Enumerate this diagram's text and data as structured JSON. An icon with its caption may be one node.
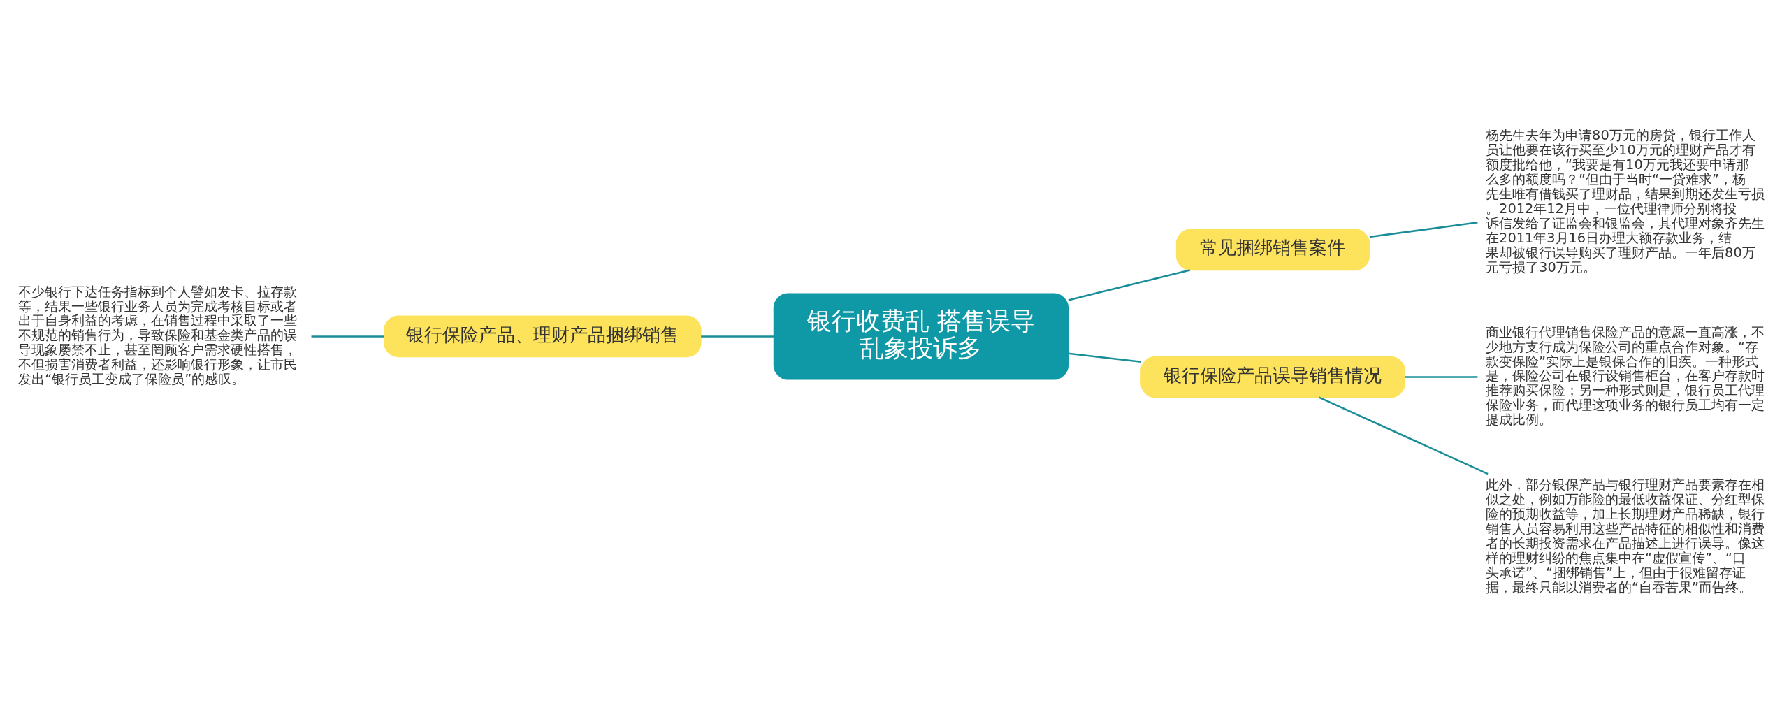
{
  "diagram": {
    "nodes": [
      {
        "text": [
          "银行收费乱 搭售误导乱象投诉多"
        ]
      },
      {
        "text": [
          "常见捆绑销售案件"
        ]
      },
      {
        "text": [
          "杨先生去年为申请80万元的房贷，银行工作人员让他要在该行买至少10万元的理财产品才有额度批给他，“我要是有10万元我还要申请那么多的额度吗？”但由于当时“一贷难求”，杨先生唯有借钱买了理财品，结果到期还发生亏损。2012年12月中，一位代理律师分别将投诉信发给了证监会和银监会，其代理对象齐先生在2011年3月16日办理大额存款业务，结果却被银行误导购买了理财产品。一年后80万元亏损了30万元。"
        ]
      },
      {
        "text": [
          "银行保险产品误导销售情况"
        ]
      },
      {
        "text": [
          "商业银行代理销售保险产品的意愿一直高涨，不少地方支行成为保险公司的重点合作对象。“存款变保险”实际上是银保合作的旧疾。一种形式是，保险公司在银行设销售柜台，在客户存款时推荐购买保险；另一种形式则是，银行员工代理保险业务，而代理这项业务的银行员工均有一定提成比例。"
        ]
      },
      {
        "text": [
          "此外，部分银保产品与银行理财产品要素存在相似之处，例如万能险的最低收益保证、分红型保险的预期收益等，加上长期理财产品稀缺，银行销售人员容易利用这些产品特征的相似性和消费者的长期投资需求在产品描述上进行误导。像这样的理财纠纷的焦点集中在“虚假宣传”、“口头承诺”、“捆绑销售”上，但由于很难留存证据，最终只能以消费者的“自吞苦果”而告终。"
        ]
      },
      {
        "text": [
          "银行保险产品、理财产品捆绑销售"
        ]
      },
      {
        "text": [
          "不少银行下达任务指标到个人譬如发卡、拉存款等，结果一些银行业务人员为完成考核目标或者出于自身利益的考虑，在销售过程中采取了一些不规范的销售行为，导致保险和基金类产品的误导现象屡禁不止，甚至罔顾客户需求硬性搭售，不但损害消费者利益，还影响银行形象，让市民发出“银行员工变成了保险员”的感叹。"
        ]
      }
    ],
    "edges": [
      {
        "from": 0,
        "to": 1,
        "arrow": "none"
      },
      {
        "from": 1,
        "to": 2,
        "arrow": "none"
      },
      {
        "from": 0,
        "to": 3,
        "arrow": "none"
      },
      {
        "from": 3,
        "to": 4,
        "arrow": "none"
      },
      {
        "from": 3,
        "to": 5,
        "arrow": "none"
      },
      {
        "from": 0,
        "to": 6,
        "arrow": "none"
      },
      {
        "from": 6,
        "to": 7,
        "arrow": "none"
      }
    ]
  }
}
